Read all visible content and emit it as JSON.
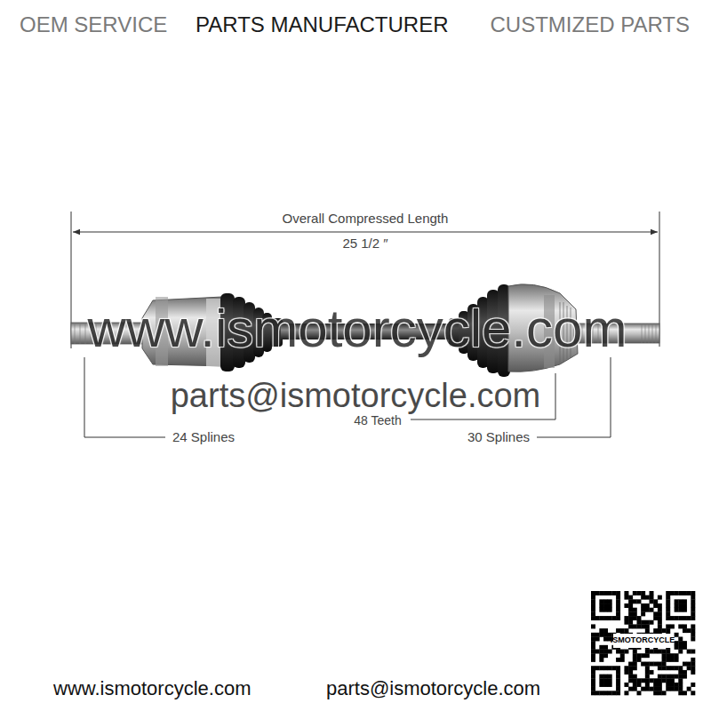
{
  "diagram": {
    "labels": [
      "OEM SERVICE",
      "PARTS MANUFACTURER",
      "CUSTMIZED PARTS",
      "Overall Compressed Length",
      "25 1/2 ″",
      "www.ismotorcycle.com",
      "parts@ismotorcycle.com",
      "48 Teeth",
      "24 Splines",
      "30 Splines",
      "ISMOTORCYCLE",
      "www.ismotorcycle.com",
      "parts@ismotorcycle.com"
    ]
  }
}
